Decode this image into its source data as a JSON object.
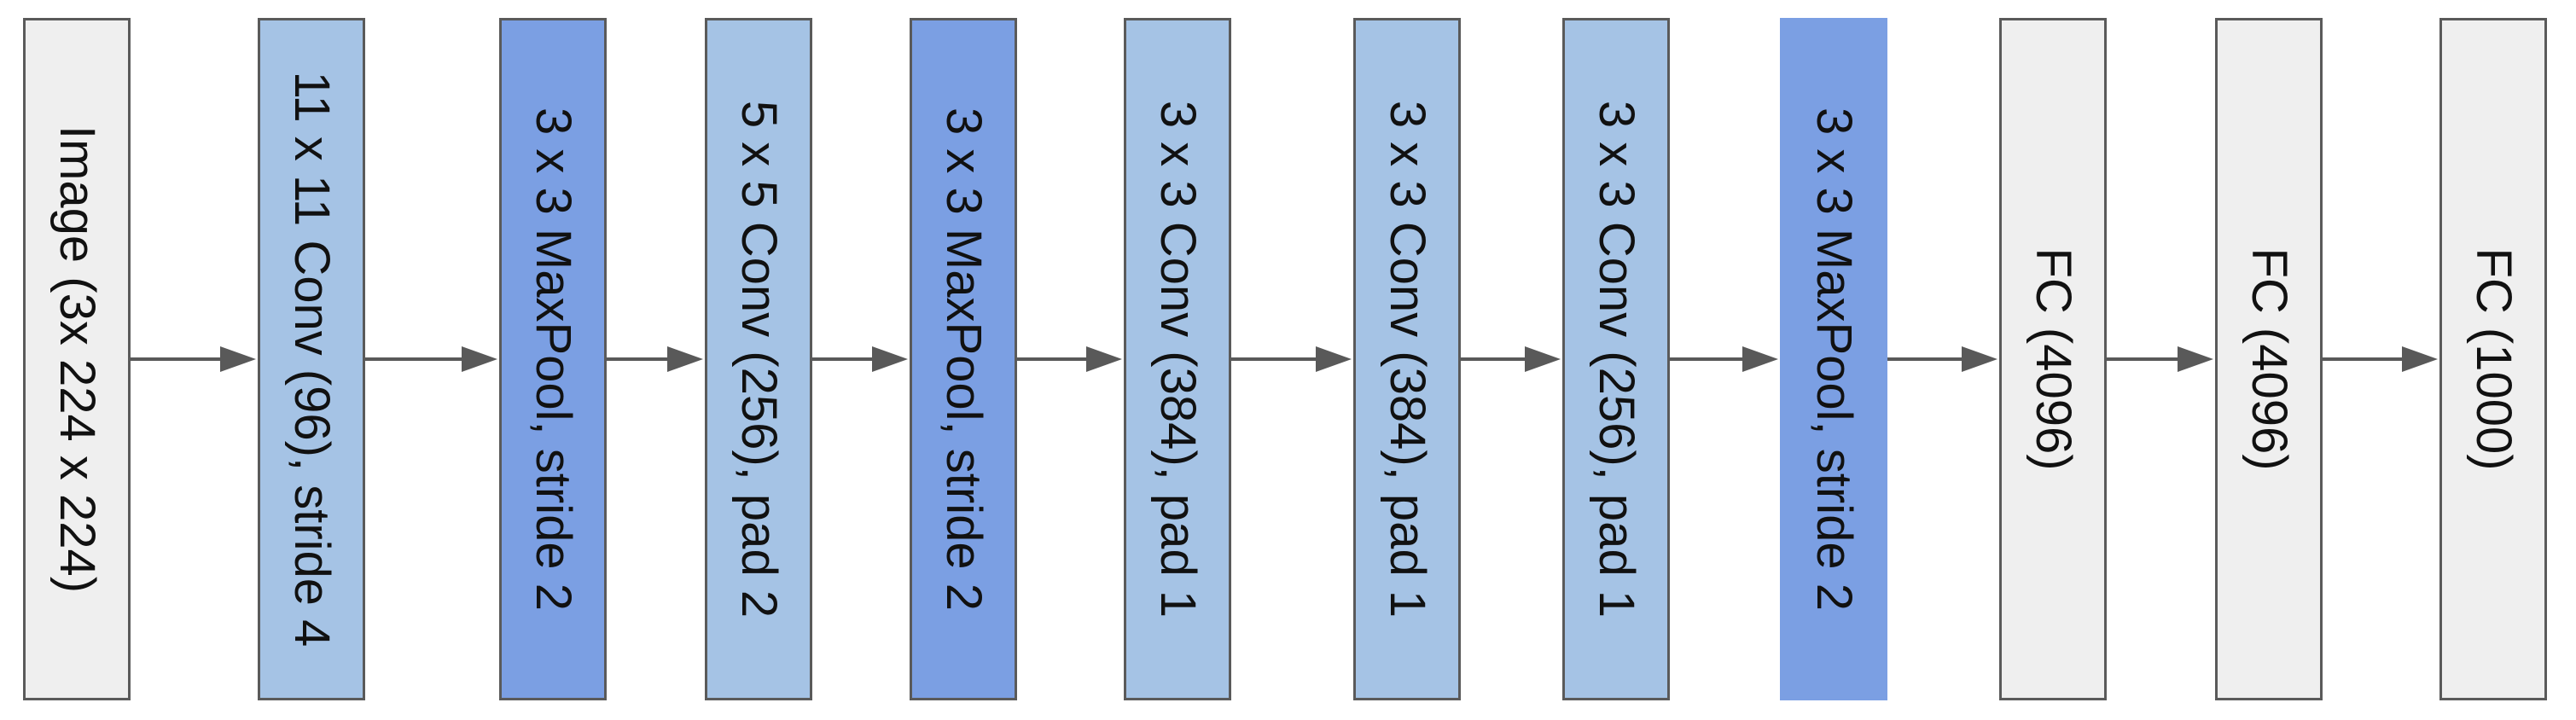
{
  "diagram": {
    "colors": {
      "input_fc_fill": "#efefef",
      "conv_fill": "#a5c3e5",
      "pool_fill": "#7b9fe3",
      "border": "#5a5a5a",
      "arrow": "#595959"
    },
    "layers": [
      {
        "type": "input",
        "label": "Image (3x 224 x 224)"
      },
      {
        "type": "conv",
        "label": "11 x 11 Conv (96), stride 4"
      },
      {
        "type": "pool",
        "label": "3 x 3 MaxPool, stride 2"
      },
      {
        "type": "conv",
        "label": "5 x 5 Conv (256), pad 2"
      },
      {
        "type": "pool",
        "label": "3 x 3 MaxPool, stride 2"
      },
      {
        "type": "conv",
        "label": "3 x 3 Conv (384), pad 1"
      },
      {
        "type": "conv",
        "label": "3 x 3 Conv (384), pad 1"
      },
      {
        "type": "conv",
        "label": "3 x 3 Conv (256), pad 1"
      },
      {
        "type": "pool",
        "label": "3 x 3 MaxPool, stride 2"
      },
      {
        "type": "fc",
        "label": "FC (4096)"
      },
      {
        "type": "fc",
        "label": "FC (4096)"
      },
      {
        "type": "fc",
        "label": "FC (1000)"
      }
    ]
  }
}
